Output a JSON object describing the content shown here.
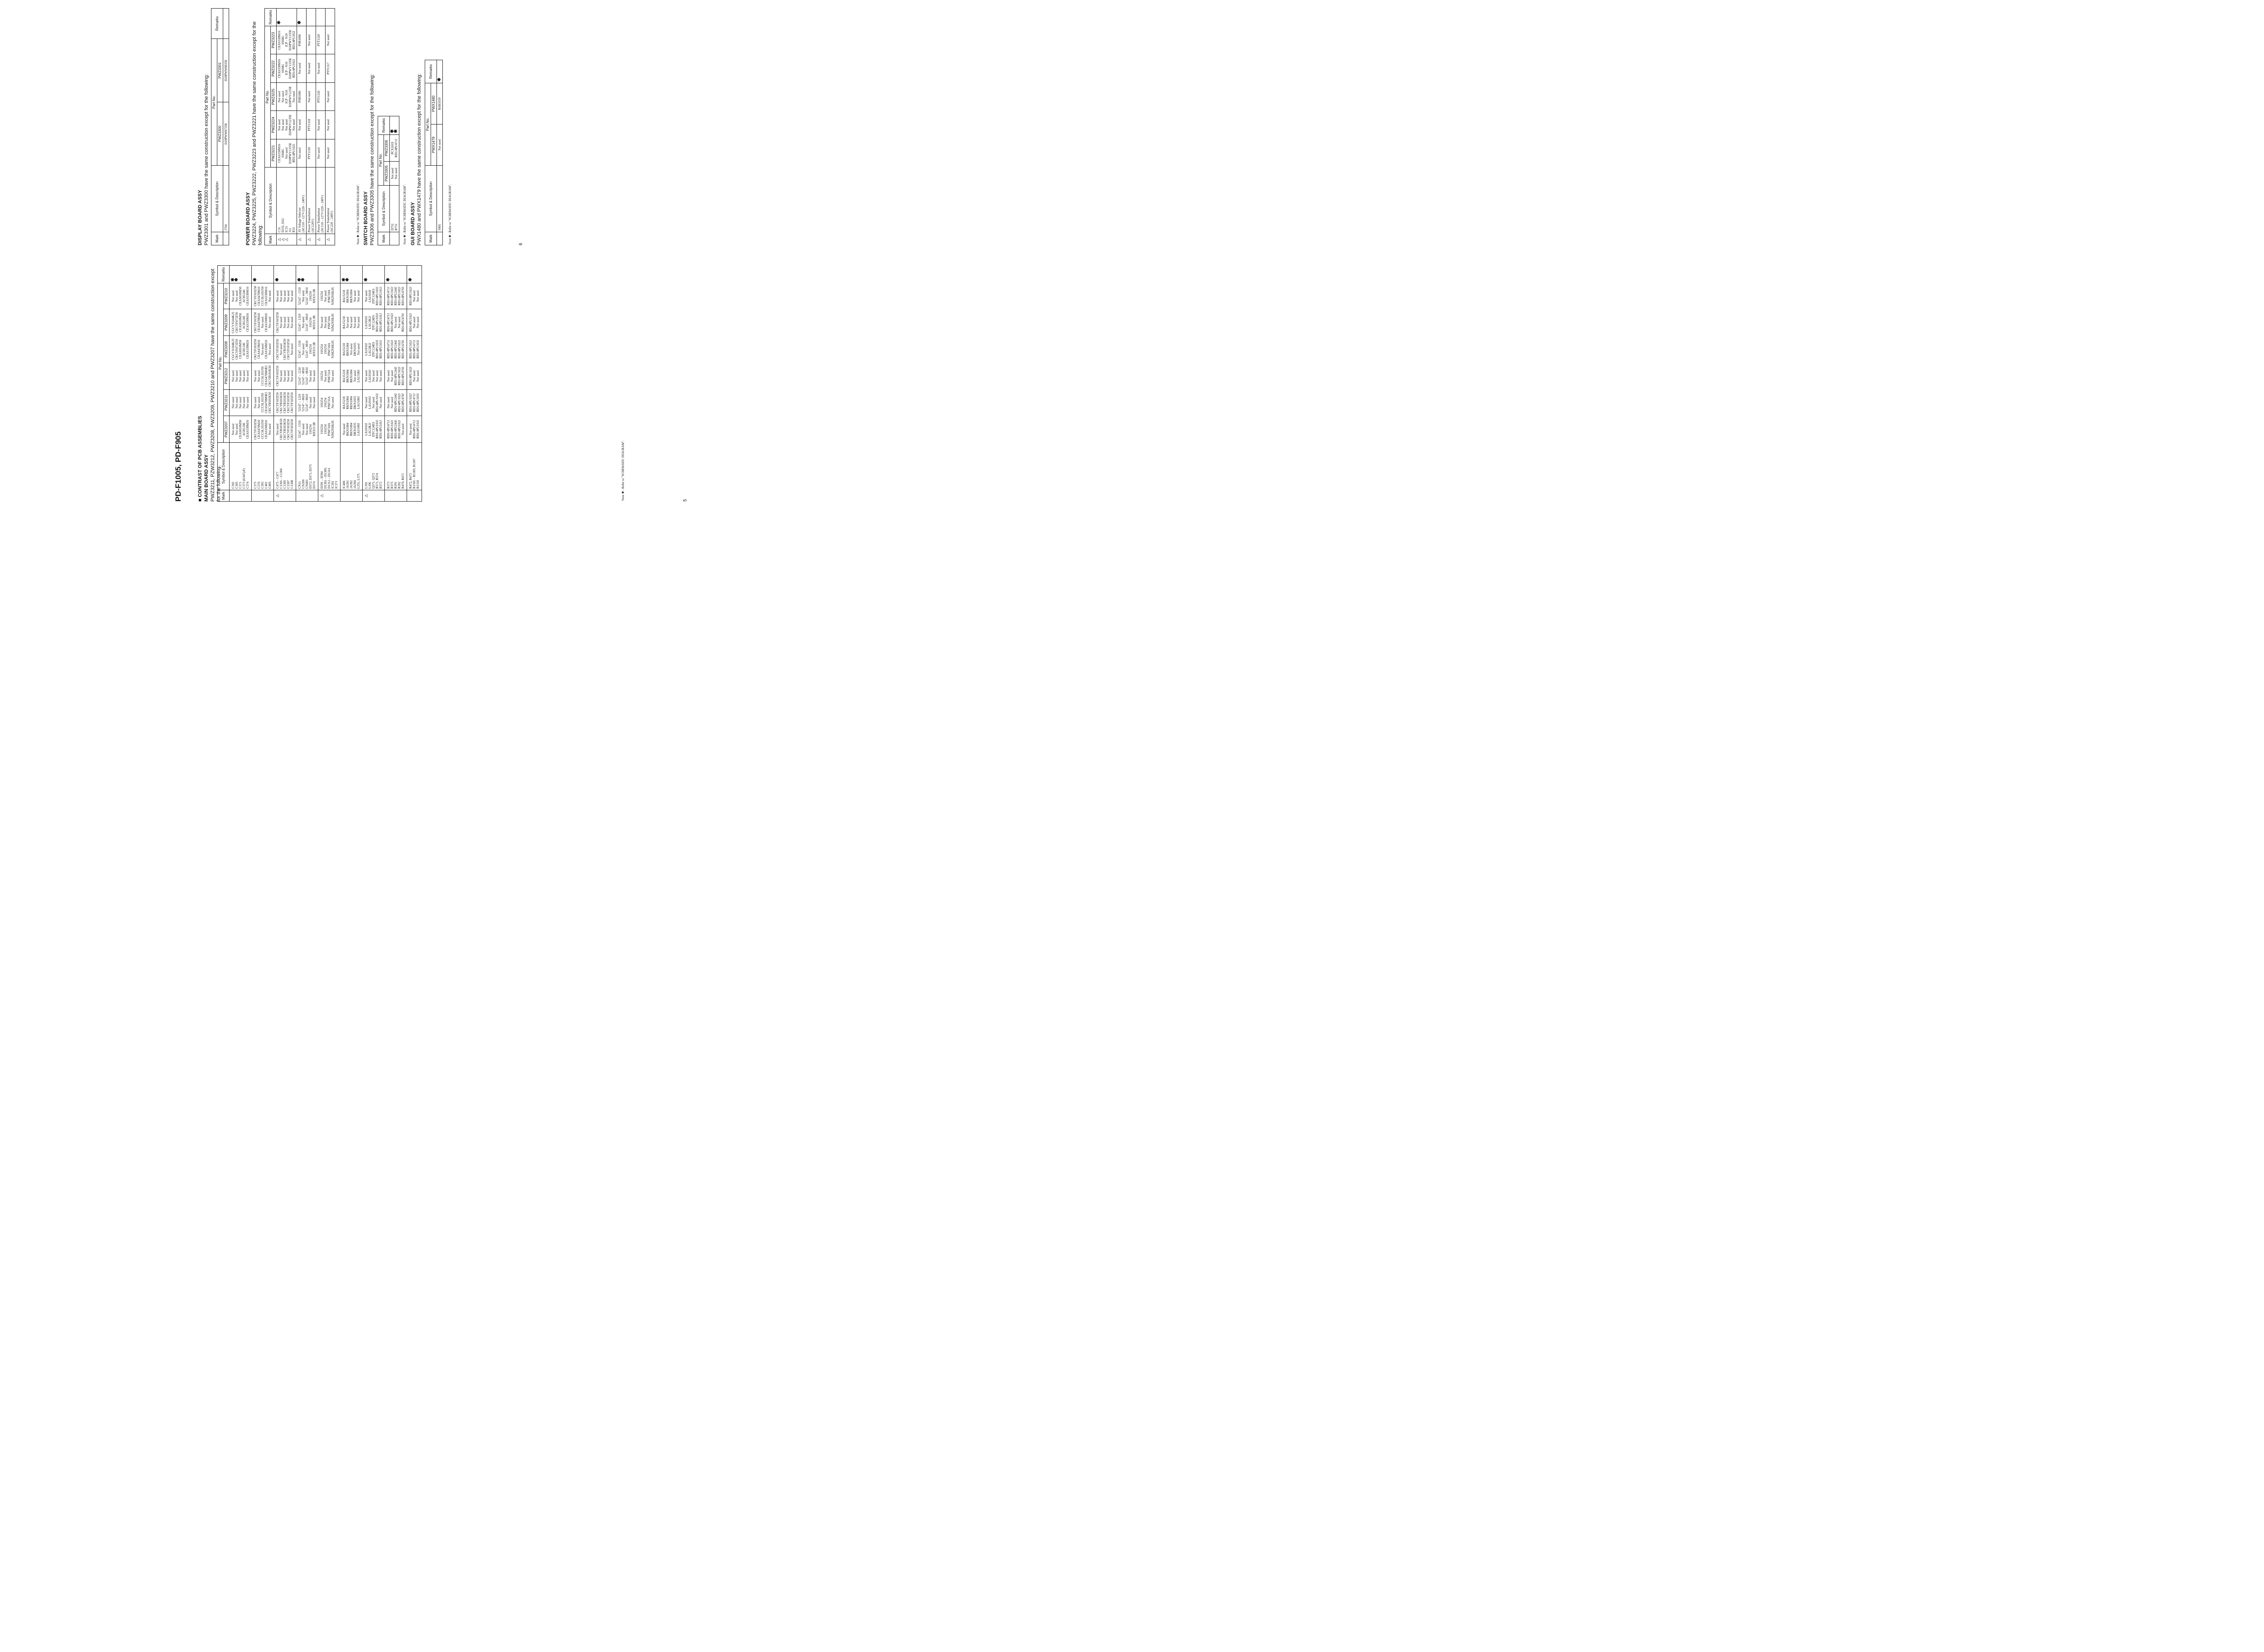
{
  "header": {
    "model": "PD-F1005, PD-F905"
  },
  "section_title": "CONTRAST OF PCB ASSEMBLIES",
  "footer": {
    "page_left": "5",
    "page_right": "6"
  },
  "main_board": {
    "heading": "MAIN BOARD ASSY",
    "intro": "PWZ3211, PZW3212, PWZ3208, PWZ3209, PWZ3210 and PWZ3207 have the same construction except for the following:",
    "headers": {
      "mark": "Mark",
      "symbol": "Symbol & Description",
      "part_no": "Part No.",
      "remarks": "Remarks"
    },
    "columns": [
      "PWZ3207",
      "PWZ3211",
      "PWZ3212",
      "PWZ3208",
      "PWZ3209",
      "PWZ3210"
    ],
    "note": "Note  ✱ : Refer to \"SCHEMATIC DIAGRAM\".",
    "rows": [
      {
        "mark": "",
        "symbols": [
          "C392",
          "C305",
          "C371",
          "C373 (0.047μF)",
          "C374"
        ],
        "values": [
          [
            "Not used",
            "Not used",
            "CEAS010M50",
            "ACH1246",
            "CEAS330M16"
          ],
          [
            "Not used",
            "Not used",
            "Not used",
            "Not used",
            "Not used"
          ],
          [
            "Not used",
            "Not used",
            "Not used",
            "Not used",
            "Not used"
          ],
          [
            "CGCYX104K25",
            "CKCYF473Z50",
            "CEAS010M50",
            "ACH1246",
            "CEAS330M16"
          ],
          [
            "CGCYX104K25",
            "CKCYF473Z50",
            "CEAS010M50",
            "ACH1246",
            "CEAS330M16"
          ],
          [
            "Not used",
            "Not used",
            "CEAS010M50",
            "ACH1246",
            "CEAS330M16"
          ]
        ],
        "remarks": [
          "✱",
          "✱",
          "",
          "",
          ""
        ]
      },
      {
        "mark": "",
        "symbols": [
          "C375",
          "C376",
          "C393",
          "C401",
          "C405"
        ],
        "values": [
          [
            "CKCYF103Z50",
            "CEAS470M10",
            "CCCSL101J50",
            "CEAS330M16",
            "Not used"
          ],
          [
            "Not used",
            "Not used",
            "CCCSL101J50",
            "CEAS470M6R3",
            "CKCYB101K50"
          ],
          [
            "Not used",
            "Not used",
            "CCCSL101J50",
            "CEAS470M6R3",
            "CKCYB101K50"
          ],
          [
            "CKCYF103Z50",
            "CEAS470M10",
            "Not used",
            "CEAS330M16",
            "Not used"
          ],
          [
            "CKCYF103Z50",
            "CEAS470M10",
            "Not used",
            "CEAS330M16",
            "Not used"
          ],
          [
            "CKCYF103Z50",
            "CEAS470M10",
            "CCCSL101J50",
            "CEAS330M16",
            "Not used"
          ]
        ],
        "remarks": [
          "",
          "",
          "",
          "",
          "✱"
        ]
      },
      {
        "mark": "⚠",
        "symbols": [
          "C475 – C477",
          "C1301 – C1304",
          "C1305",
          "C1307",
          "C1308"
        ],
        "values": [
          [
            "Not used",
            "CKCYB101K50",
            "CKCYB101K50",
            "CKCYF103Z50",
            "CKCYF103Z50"
          ],
          [
            "CKCYF103Z50",
            "CKCYB101K50",
            "CKCYB101K50",
            "CKCYF103Z50",
            "CKCYF103Z50"
          ],
          [
            "CKCYF103Z50",
            "Not used",
            "Not used",
            "Not used",
            "Not used"
          ],
          [
            "CKCYF103Z50",
            "Not used",
            "CKCYB101K50",
            "CKCYF103Z50",
            "Not used"
          ],
          [
            "CKCYF103Z50",
            "Not used",
            "Not used",
            "Not used",
            "Not used"
          ],
          [
            "Not used",
            "Not used",
            "Not used",
            "Not used",
            "Not used"
          ]
        ],
        "remarks": [
          "✱",
          "",
          "",
          "",
          ""
        ]
      },
      {
        "mark": "",
        "symbols": [
          "CN11",
          "CN206",
          "CN401",
          "D372, D373, D375",
          "D374"
        ],
        "values": [
          [
            "52147 – 1310",
            "Not used",
            "Not used",
            "1SS254",
            "MTZJ3.3B"
          ],
          [
            "52147 – 1210",
            "52147 – 0810",
            "52147 – 0810",
            "Not used",
            "Not used"
          ],
          [
            "52147 – 1210",
            "52147 – 0810",
            "52147 – 0810",
            "Not used",
            "Not used"
          ],
          [
            "52147 – 1310",
            "Not used",
            "52147 – 0810",
            "1SS254",
            "MTZJ3.3B"
          ],
          [
            "52147 – 1310",
            "Not used",
            "52147 – 0810",
            "1SS254",
            "MTZJ3.3B"
          ],
          [
            "52147 – 1310",
            "Not used",
            "52147 – 0810",
            "1SS254",
            "MTZJ3.3B"
          ]
        ],
        "remarks": [
          "",
          "✱",
          "✱",
          "",
          ""
        ]
      },
      {
        "mark": "⚠",
        "symbols": [
          "D391 – D394",
          "D1301 – D1309,",
          "D1312 – D1314",
          "IC301",
          "IC371"
        ],
        "values": [
          [
            "1SS254",
            "1SS254",
            "",
            "PJM718A",
            "NJM2930L05"
          ],
          [
            "1SS254",
            "1SS254",
            "",
            "PJM733A",
            "Not used"
          ],
          [
            "1SS254",
            "Not used",
            "",
            "PJM733A",
            "Not used"
          ],
          [
            "1SS254",
            "1SS254",
            "",
            "PJM718A",
            "NJM2930L05"
          ],
          [
            "Not used",
            "Not used",
            "",
            "PJM718A",
            "NJM2930L05"
          ],
          [
            "1SS254",
            "Not used",
            "",
            "PJM718A",
            "NJM2930L05"
          ]
        ],
        "remarks": [
          "",
          "",
          "",
          "",
          ""
        ]
      },
      {
        "mark": "",
        "symbols": [
          "IC406",
          "JA391",
          "JA392",
          "JA394",
          "L351, L375"
        ],
        "values": [
          [
            "Not used",
            "RKN1004",
            "RKN1004",
            "DKN1035",
            "LAU100J"
          ],
          [
            "BA15218",
            "RKN1004",
            "RKN1004",
            "DKN1035",
            "LAU100J"
          ],
          [
            "BA15218",
            "RKN1004",
            "RKN1004",
            "Not used",
            "LAU100J"
          ],
          [
            "BA15218",
            "RKN1004",
            "Not used",
            "DKN1035",
            "Not used"
          ],
          [
            "BA15218",
            "Not used",
            "Not used",
            "Not used",
            "Not used"
          ],
          [
            "BA15218",
            "RKN1004",
            "RKN1004",
            "Not used",
            "Not used"
          ]
        ],
        "remarks": [
          "✱",
          "",
          "",
          "",
          "✱"
        ]
      },
      {
        "mark": "⚠",
        "symbols": [
          "L392",
          "L396",
          "Q371, Q372",
          "R371, R374",
          "R372"
        ],
        "values": [
          [
            "LAU010J",
            "LAU2R2J",
            "DTC124ES",
            "RD1/4PU103J",
            "RD1/4PU101J"
          ],
          [
            "Not used",
            "LAU010J",
            "Not used",
            "RD1/4PU103J",
            "Not used"
          ],
          [
            "Not used",
            "LAU010J",
            "Not used",
            "Not used",
            "Not used"
          ],
          [
            "LAU010J",
            "LAU2R2J",
            "DTC124ES",
            "RD1/4PU103J",
            "RD1/4PU101J"
          ],
          [
            "LAU010J",
            "LAU2R2J",
            "DTC124ES",
            "RD1/4PU103J",
            "RD1/4PU101J"
          ],
          [
            "Not used",
            "LAU010J",
            "DTC124ES",
            "RD1/4PU103J",
            "RD1/4PU101J"
          ]
        ],
        "remarks": [
          "✱",
          "",
          "",
          "",
          ""
        ]
      },
      {
        "mark": "",
        "symbols": [
          "R373",
          "R375",
          "R391",
          "R392",
          "R470, R471"
        ],
        "values": [
          [
            "RD1/4PU471J",
            "RD1/4PU102J",
            "RD1/4PU244J",
            "RD1/4PU102J",
            "Not used"
          ],
          [
            "Not used",
            "Not used",
            "RD1/4PU244J",
            "RD1/4PU102J",
            "RD1/4PU470J"
          ],
          [
            "Not used",
            "Not used",
            "RD1/4PU244J",
            "RD1/4PU102J",
            "RD1/4PU470J"
          ],
          [
            "RD1/4PU471J",
            "RD1/4PU102J",
            "RD1/4PU244J",
            "RD1/4PU102J",
            "RD1/4PU470J"
          ],
          [
            "RD1/4PU471J",
            "RD1/4PU102J",
            "Not used",
            "Not used",
            "RD1/4PU470J"
          ],
          [
            "RD1/4PU471J",
            "RD1/4PU102J",
            "RD1/4PU244J",
            "RD1/4PU102J",
            "RD1/4PU470J"
          ]
        ],
        "remarks": [
          "",
          "",
          "",
          "",
          "✱"
        ]
      },
      {
        "mark": "",
        "symbols": [
          "R472, R473",
          "R1301 – R1305, R1307",
          "R1310"
        ],
        "values": [
          [
            "Not used",
            "RD1/4PU471J",
            "RD1/4PU103J"
          ],
          [
            "RD1/4PU102J",
            "RD1/4PU471J",
            "RD1/4PU103J"
          ],
          [
            "RD1/4PU102J",
            "Not used",
            "Not used"
          ],
          [
            "RD1/4PU102J",
            "RD1/4PU471J",
            "RD1/4PU103J"
          ],
          [
            "RD1/4PU102J",
            "Not used",
            "Not used"
          ],
          [
            "RD1/4PU102J",
            "Not used",
            "Not used"
          ]
        ],
        "remarks": [
          "✱",
          "",
          ""
        ]
      }
    ]
  },
  "display_board": {
    "heading": "DISPLAY BOARD ASSY",
    "intro": "PWZ3301 and PWZ3300 have the same construction except for the following:",
    "headers": {
      "mark": "Mark",
      "symbol": "Symbol & Description",
      "part_no": "Part No.",
      "remarks": "Remarks"
    },
    "columns": [
      "PWZ3300",
      "PWZ3301"
    ],
    "rows": [
      {
        "mark": "",
        "symbol": "J704",
        "values": [
          "D20PWW0735E",
          "D20PWW0835E"
        ],
        "remark": ""
      }
    ]
  },
  "power_board": {
    "heading": "POWER BOARD ASSY",
    "intro": "PWZ3224, PWZ3225, PWZ3222, PWZ3223 and PWZ3221 have the same construction except for the following:",
    "headers": {
      "mark": "Mark",
      "symbol": "Symbol & Description",
      "part_no": "Part No.",
      "remarks": "Remarks"
    },
    "columns": [
      "PWZ3221",
      "PWZ3224",
      "PWZ3225",
      "PWZ3222",
      "PWZ3223"
    ],
    "note": "Note  ✱ : Refer to \"SCHEMATIC DIAGRAM\".",
    "rows": [
      {
        "marks": [
          "⚠",
          "⚠",
          "⚠",
          "",
          ""
        ],
        "symbols": [
          "C31",
          "D331, D32",
          "IC31",
          "J11",
          "R31"
        ],
        "values": [
          [
            "CEAS330M16",
            "SS68G",
            "Not used",
            "D20PWY1335E",
            "RD1/4PU102J"
          ],
          [
            "Not used",
            "Not used",
            "Not used",
            "D20PWY1235E",
            "Not used"
          ],
          [
            "Not used",
            "Not used",
            "ICP – N10",
            "D20PWY1235E",
            "Not used"
          ],
          [
            "CEAS330M16",
            "SS68G",
            "ICP – N10",
            "D20PWY1335E",
            "RD1/4PU102J"
          ],
          [
            "CEAS330M16",
            "SS68G",
            "ICP – N10",
            "D20PWY1335E",
            "RD1/4PU102J"
          ]
        ],
        "remarks": [
          "",
          "",
          "✱",
          "",
          ""
        ]
      },
      {
        "marks": [
          "⚠"
        ],
        "symbols": [
          "S5 Voltage Selector",
          "(AC110 – 127V/220 – 240V)"
        ],
        "values": [
          [
            "Not used"
          ],
          [
            "Not used"
          ],
          [
            "PSB1006"
          ],
          [
            "Not used"
          ],
          [
            "PSB1006"
          ]
        ],
        "remarks": [
          "✱"
        ]
      },
      {
        "marks": [
          "⚠"
        ],
        "symbols": [
          "Power Transformer",
          "(AC120V)"
        ],
        "values": [
          [
            "PTT1318"
          ],
          [
            "PTT1318"
          ],
          [
            "Not used"
          ],
          [
            "Not used"
          ],
          [
            "Not used"
          ]
        ],
        "remarks": [
          ""
        ]
      },
      {
        "marks": [
          "⚠"
        ],
        "symbols": [
          "Power Transformer",
          "(AC110 – 127V/220 – 240V)"
        ],
        "values": [
          [
            "Not used"
          ],
          [
            "Not used"
          ],
          [
            "PTT1320"
          ],
          [
            "Not used"
          ],
          [
            "PTT1320"
          ]
        ],
        "remarks": [
          ""
        ]
      },
      {
        "marks": [
          "⚠"
        ],
        "symbols": [
          "Power Transformer",
          "(AC220 – 240V)"
        ],
        "values": [
          [
            "Not used"
          ],
          [
            "Not used"
          ],
          [
            "Not used"
          ],
          [
            "PTT1317"
          ],
          [
            "Not used"
          ]
        ],
        "remarks": [
          ""
        ]
      }
    ]
  },
  "switch_board": {
    "heading": "SWITCH BOARD ASSY",
    "intro": "PWZ3306 and PWZ3305 have the same construction except for the following:",
    "headers": {
      "mark": "Mark",
      "symbol": "Symbol & Description",
      "part_no": "Part No.",
      "remarks": "Remarks"
    },
    "columns": [
      "PWZ3305",
      "PWZ3306"
    ],
    "note": "Note  ✱ : Refer to \"SCHEMATIC DIAGRAM\".",
    "rows": [
      {
        "symbols": [
          "D751",
          "R751"
        ],
        "values": [
          [
            "Not used",
            "Not used"
          ],
          [
            "PCX1019",
            "RD1/4PU471J"
          ]
        ],
        "remarks": [
          "✱",
          "✱"
        ]
      }
    ]
  },
  "gui_board": {
    "heading": "GUI BOARD ASSY",
    "intro": "PWX1480 and PWX1479 have the same construction except for the following:",
    "headers": {
      "mark": "Mark",
      "symbol": "Symbol & Description",
      "part_no": "Part No.",
      "remarks": "Remarks"
    },
    "columns": [
      "PWX1479",
      "PWX1480"
    ],
    "note": "Note  ✱ : Refer to \"SCHEMATIC DIAGRAM\".",
    "rows": [
      {
        "symbol": "S901",
        "values": [
          "Not used",
          "RSH1039"
        ],
        "remark": "✱"
      }
    ]
  }
}
